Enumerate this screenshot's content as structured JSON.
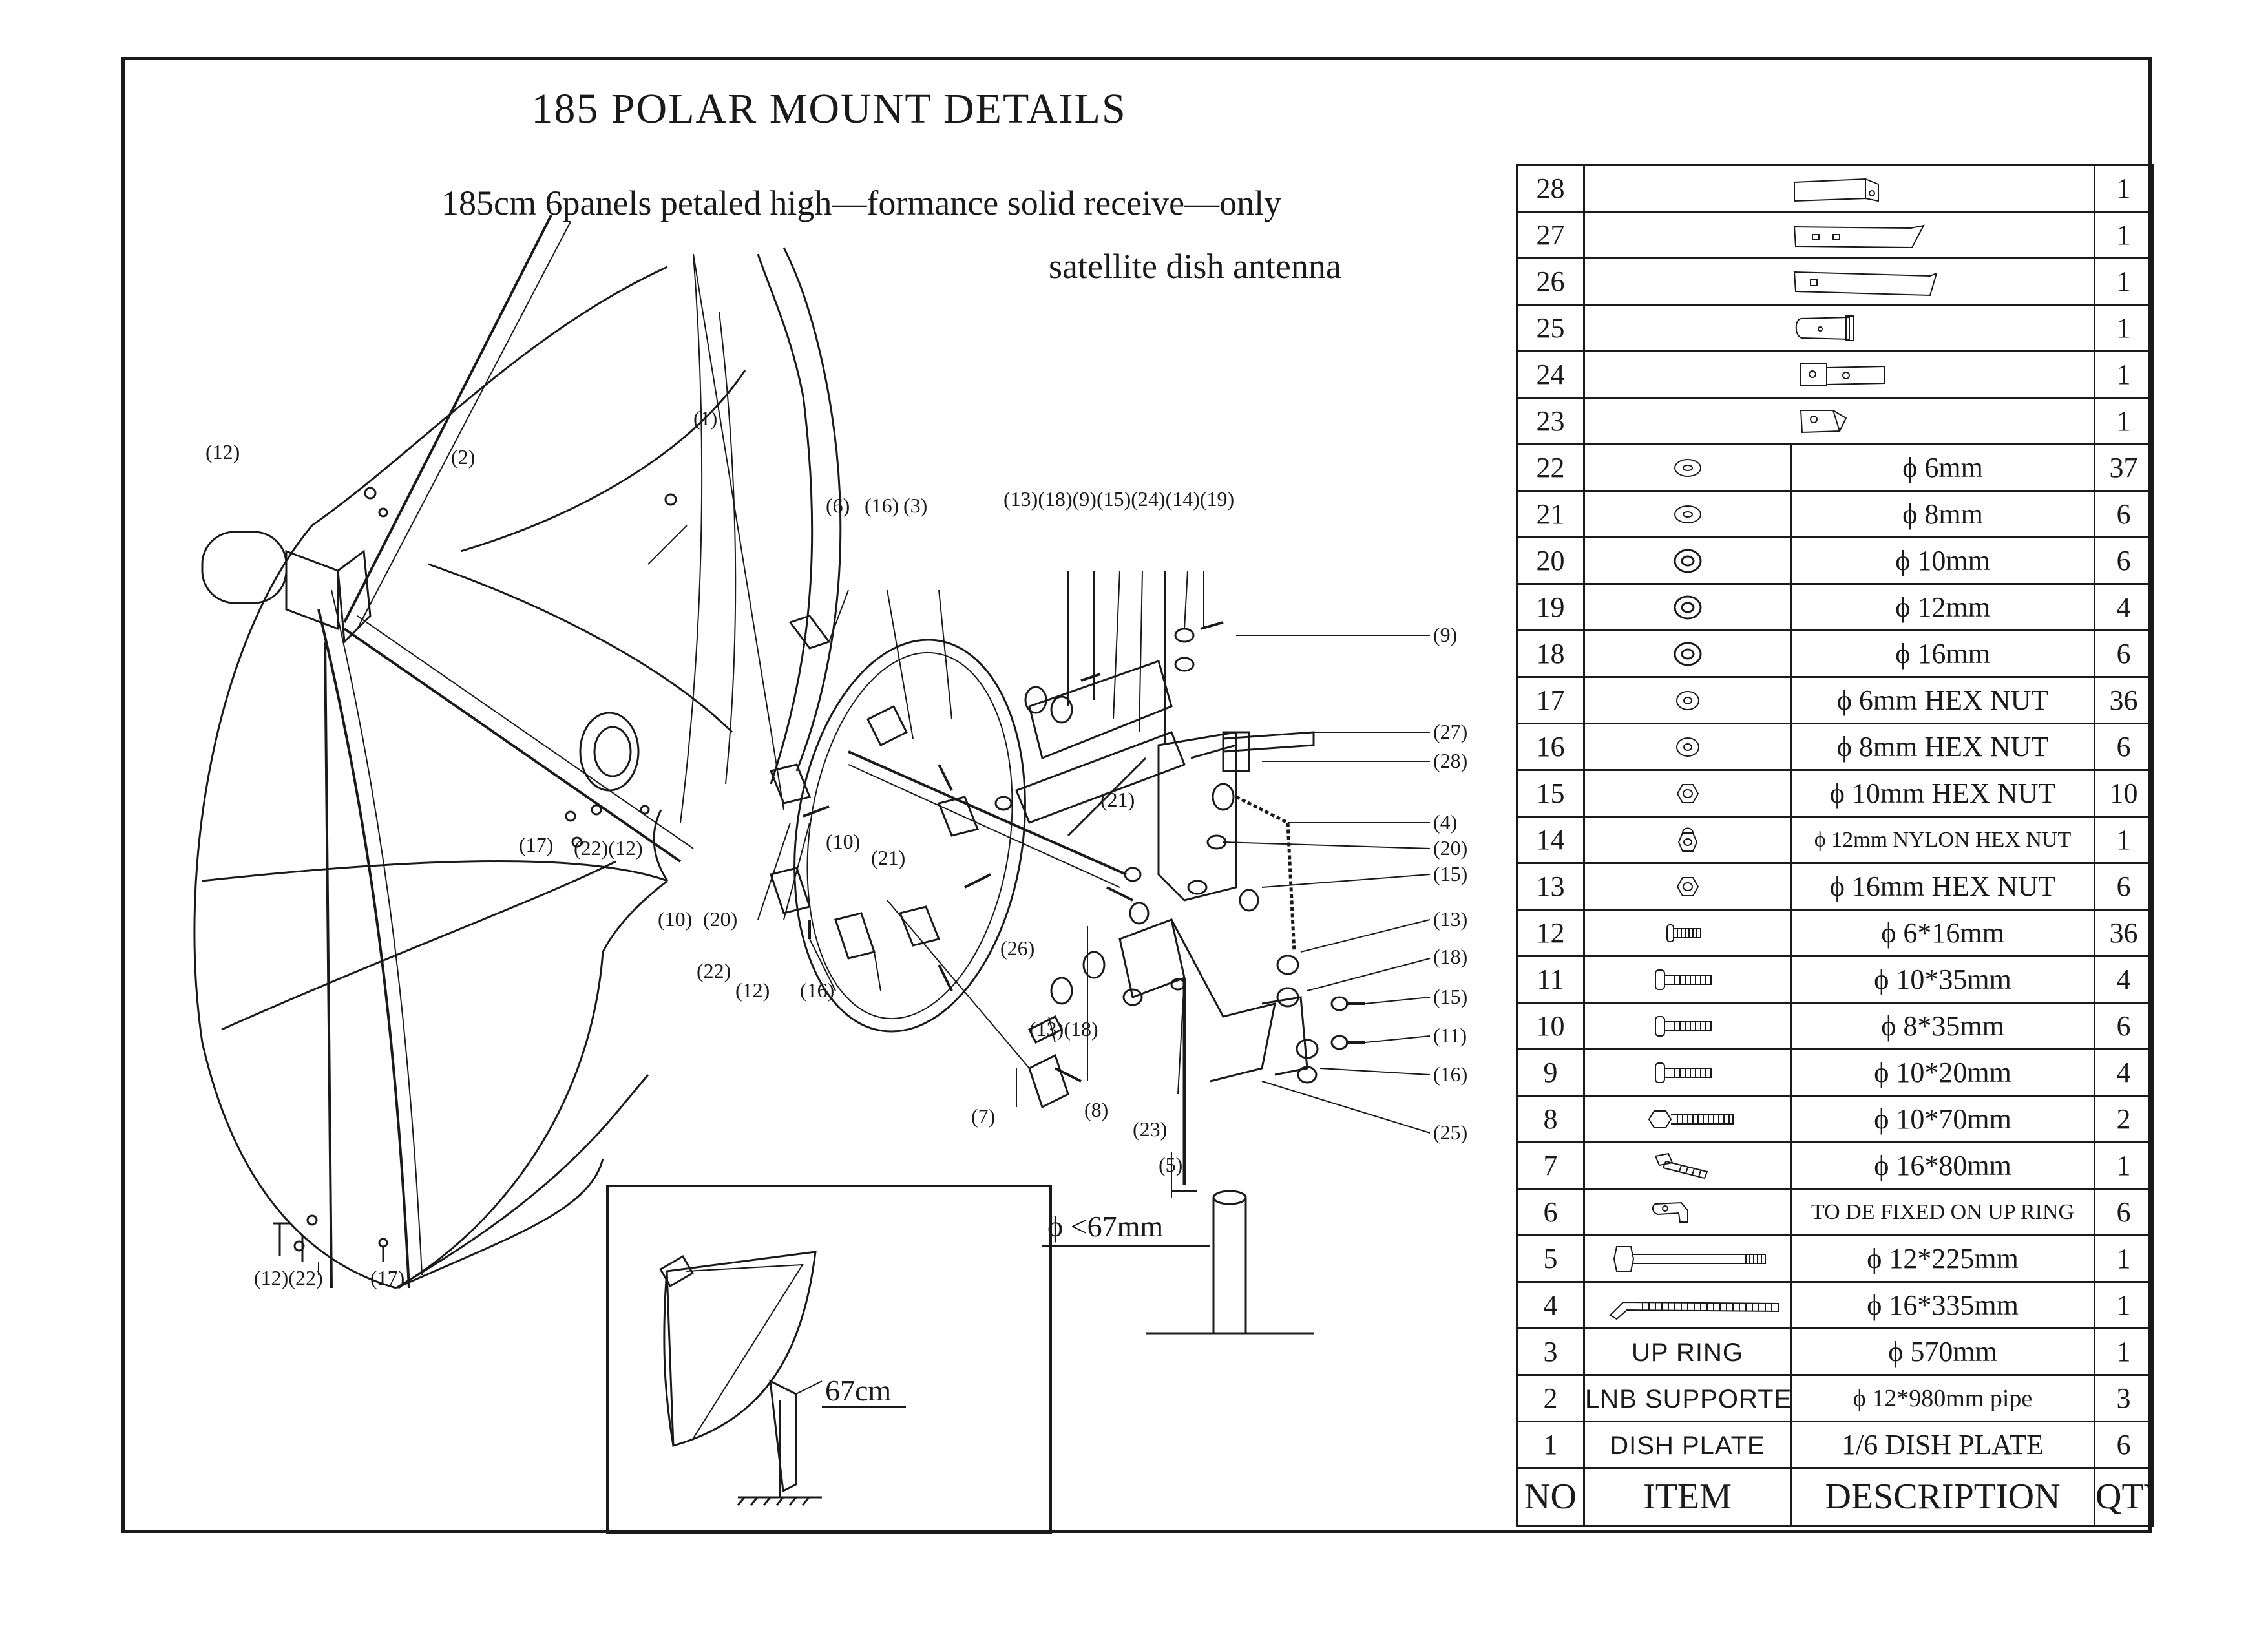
{
  "title": "185 POLAR MOUNT DETAILS",
  "subtitle_line1": "185cm 6panels petaled high—formance solid receive—only",
  "subtitle_line2": "satellite dish antenna",
  "callouts": {
    "c1": "(1)",
    "c2": "(2)",
    "c12a": "(12)",
    "c6": "(6)",
    "c16a": "(16)",
    "c3": "(3)",
    "topgroup": "(13)(18)(9)(15)(24)(14)(19)",
    "c9": "(9)",
    "c27": "(27)",
    "c28": "(28)",
    "c4": "(4)",
    "c20": "(20)",
    "c15a": "(15)",
    "c13": "(13)",
    "c18": "(18)",
    "c15b": "(15)",
    "c11": "(11)",
    "c16b": "(16)",
    "c25": "(25)",
    "c17a": "(17)",
    "c22_12": "(22)(12)",
    "c10a": "(10)",
    "c20b": "(20)",
    "c22": "(22)",
    "c12b": "(12)",
    "c16c": "(16)",
    "c10b": "(10)",
    "c21a": "(21)",
    "c21b": "(21)",
    "c26": "(26)",
    "c13_18": "(13)(18)",
    "c7": "(7)",
    "c8": "(8)",
    "c23": "(23)",
    "c5": "(5)",
    "c12_22": "(12)(22)",
    "c17b": "(17)"
  },
  "pipe_dim": "ϕ <67mm",
  "inset_dim": "67cm",
  "parts_table": {
    "headers": [
      "NO",
      "ITEM",
      "DESCRIPTION",
      "QTY"
    ],
    "rows": [
      {
        "no": "28",
        "item_icon": "angle-bracket-icon",
        "desc": "",
        "qty": "1"
      },
      {
        "no": "27",
        "item_icon": "flat-bar-two-holes-icon",
        "desc": "",
        "qty": "1"
      },
      {
        "no": "26",
        "item_icon": "long-flat-bar-icon",
        "desc": "",
        "qty": "1"
      },
      {
        "no": "25",
        "item_icon": "clamp-bracket-icon",
        "desc": "",
        "qty": "1"
      },
      {
        "no": "24",
        "item_icon": "plate-bracket-icon",
        "desc": "",
        "qty": "1"
      },
      {
        "no": "23",
        "item_icon": "small-bracket-icon",
        "desc": "",
        "qty": "1"
      },
      {
        "no": "22",
        "item_icon": "washer-icon",
        "desc": "ϕ 6mm",
        "qty": "37"
      },
      {
        "no": "21",
        "item_icon": "washer-icon",
        "desc": "ϕ 8mm",
        "qty": "6"
      },
      {
        "no": "20",
        "item_icon": "spring-washer-icon",
        "desc": "ϕ 10mm",
        "qty": "6"
      },
      {
        "no": "19",
        "item_icon": "spring-washer-icon",
        "desc": "ϕ 12mm",
        "qty": "4"
      },
      {
        "no": "18",
        "item_icon": "spring-washer-icon",
        "desc": "ϕ 16mm",
        "qty": "6"
      },
      {
        "no": "17",
        "item_icon": "nut-icon",
        "desc": "ϕ 6mm HEX NUT",
        "qty": "36"
      },
      {
        "no": "16",
        "item_icon": "nut-icon",
        "desc": "ϕ 8mm HEX NUT",
        "qty": "6"
      },
      {
        "no": "15",
        "item_icon": "hex-nut-icon",
        "desc": "ϕ 10mm HEX NUT",
        "qty": "10"
      },
      {
        "no": "14",
        "item_icon": "nylon-nut-icon",
        "desc": "ϕ 12mm NYLON HEX NUT",
        "qty": "1"
      },
      {
        "no": "13",
        "item_icon": "hex-nut-icon",
        "desc": "ϕ 16mm HEX NUT",
        "qty": "6"
      },
      {
        "no": "12",
        "item_icon": "short-bolt-icon",
        "desc": "ϕ 6*16mm",
        "qty": "36"
      },
      {
        "no": "11",
        "item_icon": "bolt-icon",
        "desc": "ϕ 10*35mm",
        "qty": "4"
      },
      {
        "no": "10",
        "item_icon": "bolt-icon",
        "desc": "ϕ 8*35mm",
        "qty": "6"
      },
      {
        "no": "9",
        "item_icon": "bolt-icon",
        "desc": "ϕ 10*20mm",
        "qty": "4"
      },
      {
        "no": "8",
        "item_icon": "long-bolt-icon",
        "desc": "ϕ 10*70mm",
        "qty": "2"
      },
      {
        "no": "7",
        "item_icon": "angled-bolt-icon",
        "desc": "ϕ 16*80mm",
        "qty": "1"
      },
      {
        "no": "6",
        "item_icon": "ring-clip-icon",
        "desc": "TO DE FIXED ON UP RING",
        "qty": "6"
      },
      {
        "no": "5",
        "item_icon": "hex-bolt-icon",
        "desc": "ϕ 12*225mm",
        "qty": "1"
      },
      {
        "no": "4",
        "item_icon": "threaded-rod-icon",
        "desc": "ϕ 16*335mm",
        "qty": "1"
      },
      {
        "no": "3",
        "item_text": "UP RING",
        "desc": "ϕ 570mm",
        "qty": "1"
      },
      {
        "no": "2",
        "item_text": "LNB SUPPORTER",
        "desc": "ϕ 12*980mm pipe",
        "qty": "3"
      },
      {
        "no": "1",
        "item_text": "DISH PLATE",
        "desc": "1/6 DISH PLATE",
        "qty": "6"
      }
    ]
  }
}
